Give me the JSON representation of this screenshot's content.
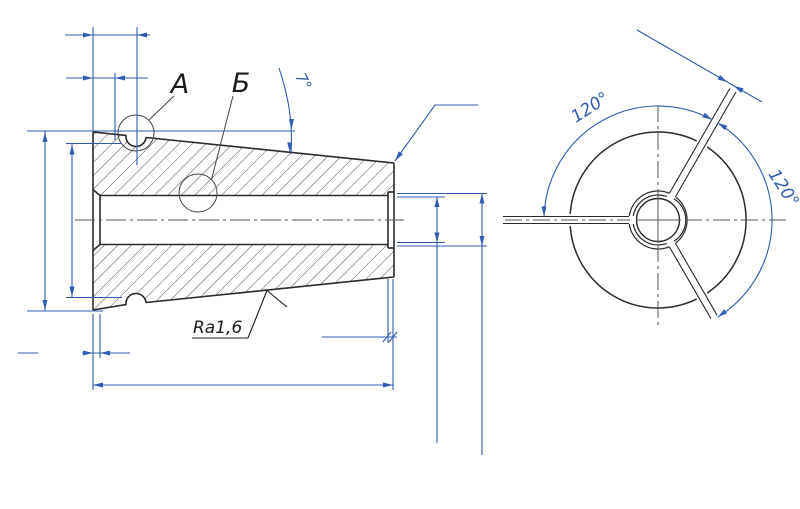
{
  "title": "Collet engineering drawing",
  "colors": {
    "outline": "#2a2a2a",
    "thin": "#444444",
    "centerline": "#555555",
    "dimension": "#2f5cb0",
    "background": "#ffffff"
  },
  "side_view": {
    "detail_label_a": "А",
    "detail_label_b": "Б",
    "taper_angle_label": "7°",
    "roughness_label": "Ra1,6"
  },
  "front_view": {
    "slot_count": 3,
    "angle_label_left": "120°",
    "angle_label_right": "120°"
  }
}
